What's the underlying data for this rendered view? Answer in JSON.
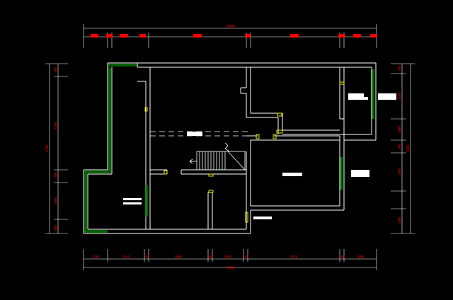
{
  "colors": {
    "background": "#000000",
    "wall": "#ffffff",
    "dimension": "#ffffff",
    "dimension_text": "#ff0000",
    "window": "#00ff00",
    "door": "#ffff00"
  },
  "dimensions": {
    "top_overall": "15000",
    "bottom_overall": "15000",
    "bottom_segments": [
      "1200",
      "2545",
      "240",
      "3080",
      "240",
      "1500",
      "240",
      "4570",
      "240",
      "1800"
    ],
    "left_overall": "9700",
    "left_segments": [
      "700",
      "3500",
      "800",
      "1900",
      "800"
    ],
    "right_overall": "9700",
    "right_segments": [
      "700",
      "2600",
      "1000",
      "900",
      "2300",
      "1400"
    ]
  },
  "room_labels": [
    "",
    "",
    "",
    "",
    ""
  ]
}
